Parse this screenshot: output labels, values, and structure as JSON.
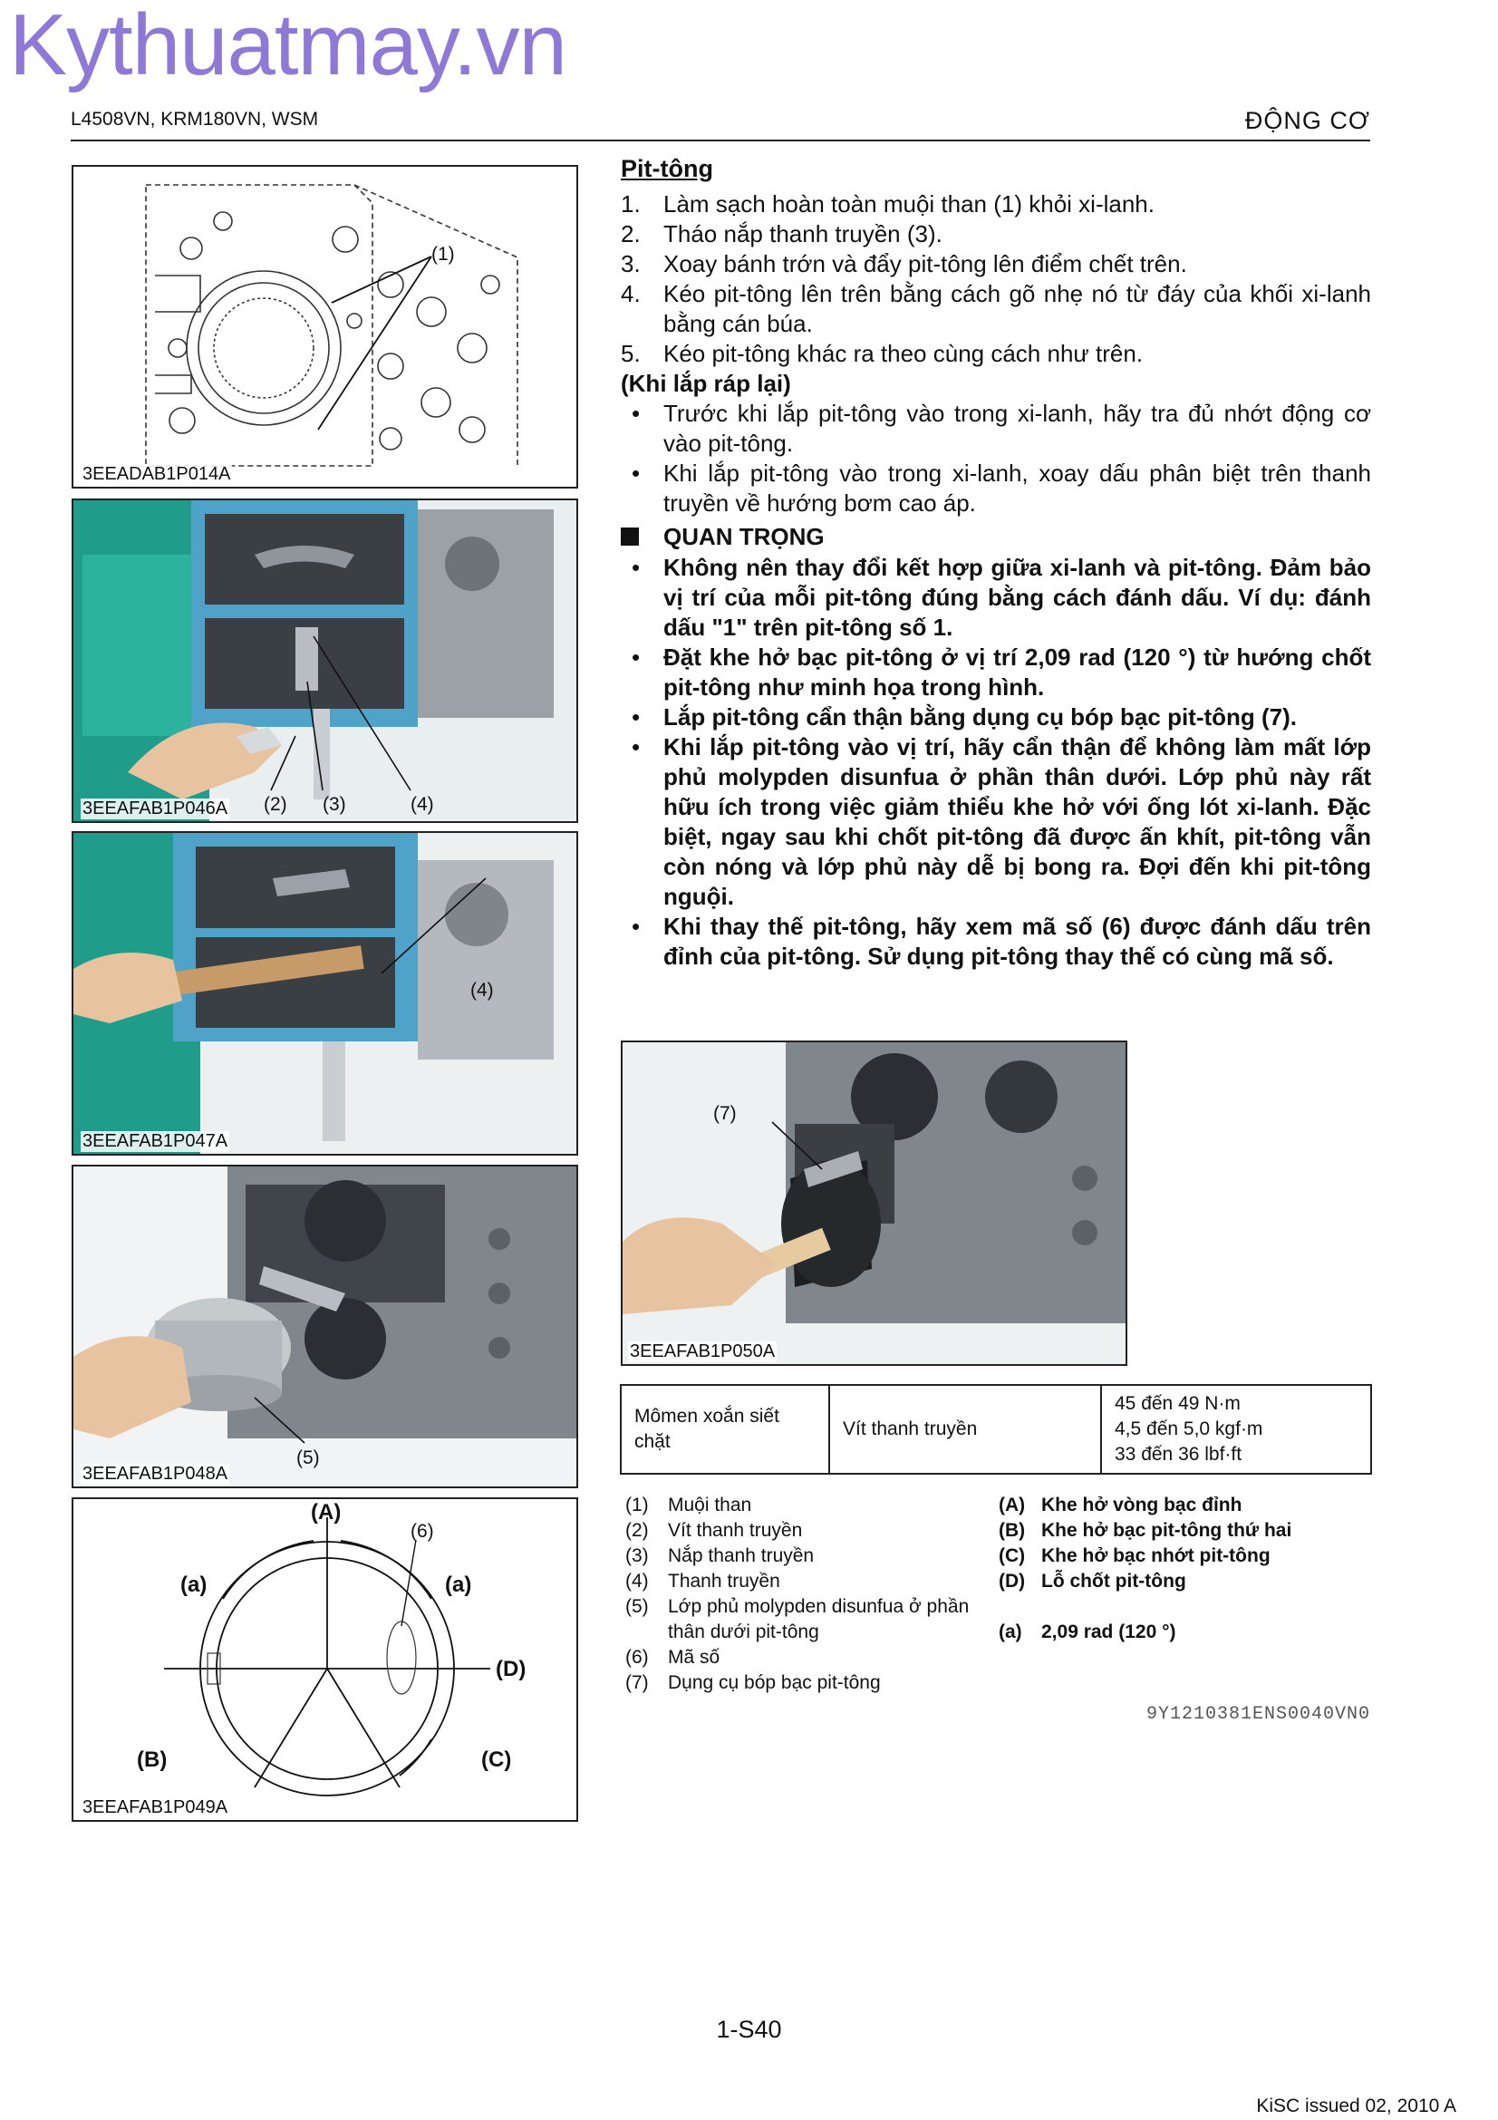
{
  "watermark": "Kythuatmay.vn",
  "header": {
    "doc_code": "L4508VN, KRM180VN, WSM",
    "section": "ĐỘNG CƠ"
  },
  "figures": [
    {
      "code": "3EEADAB1P014A",
      "callouts": [
        "(1)"
      ]
    },
    {
      "code": "3EEAFAB1P046A",
      "callouts": [
        "(2)",
        "(3)",
        "(4)"
      ]
    },
    {
      "code": "3EEAFAB1P047A",
      "callouts": [
        "(4)"
      ]
    },
    {
      "code": "3EEAFAB1P048A",
      "callouts": [
        "(5)"
      ]
    },
    {
      "code": "3EEAFAB1P049A",
      "callouts": [
        "(A)",
        "(6)",
        "(a)",
        "(a)",
        "(D)",
        "(B)",
        "(C)"
      ]
    },
    {
      "code": "3EEAFAB1P050A",
      "callouts": [
        "(7)"
      ]
    }
  ],
  "content": {
    "heading": "Pit-tông",
    "steps": [
      {
        "num": "1.",
        "text": "Làm sạch hoàn toàn muội than (1) khỏi xi-lanh."
      },
      {
        "num": "2.",
        "text": "Tháo nắp thanh truyền (3)."
      },
      {
        "num": "3.",
        "text": "Xoay bánh trớn và đẩy pit-tông lên điểm chết trên."
      },
      {
        "num": "4.",
        "text": "Kéo pit-tông lên trên bằng cách gõ nhẹ nó từ đáy của khối xi-lanh bằng cán búa."
      },
      {
        "num": "5.",
        "text": "Kéo pit-tông khác ra theo cùng cách như trên."
      }
    ],
    "reassembly_heading": "(Khi lắp ráp lại)",
    "reassembly_bullets": [
      "Trước khi lắp pit-tông vào trong xi-lanh, hãy tra đủ nhớt động cơ vào pit-tông.",
      "Khi lắp pit-tông vào trong xi-lanh, xoay dấu phân biệt trên thanh truyền về hướng bơm cao áp."
    ],
    "important_heading": "QUAN TRỌNG",
    "important_bullets": [
      "Không nên thay đổi kết hợp giữa xi-lanh và pit-tông. Đảm bảo vị trí của mỗi pit-tông đúng bằng cách đánh dấu. Ví dụ: đánh dấu \"1\" trên pit-tông số 1.",
      "Đặt khe hở bạc pit-tông ở vị trí 2,09 rad (120 °) từ hướng chốt pit-tông như minh họa trong hình.",
      "Lắp pit-tông cẩn thận bằng dụng cụ bóp bạc pit-tông (7).",
      "Khi lắp pit-tông vào vị trí, hãy cẩn thận để không làm mất lớp phủ molypden disunfua ở phần thân dưới. Lớp phủ này rất hữu ích trong việc giảm thiểu khe hở với ống lót xi-lanh. Đặc biệt, ngay sau khi chốt pit-tông đã được ấn khít, pit-tông vẫn còn nóng và lớp phủ này dễ bị bong ra. Đợi đến khi pit-tông nguội.",
      "Khi thay thế pit-tông, hãy xem mã số (6) được đánh dấu trên đỉnh của pit-tông. Sử dụng pit-tông thay thế có cùng mã số."
    ]
  },
  "torque": {
    "label": "Mômen xoắn siết chặt",
    "item": "Vít thanh truyền",
    "values": [
      "45 đến 49 N·m",
      "4,5 đến 5,0 kgf·m",
      "33 đến 36 lbf·ft"
    ]
  },
  "legend": {
    "left": [
      {
        "key": "(1)",
        "value": "Muội than"
      },
      {
        "key": "(2)",
        "value": "Vít thanh truyền"
      },
      {
        "key": "(3)",
        "value": "Nắp thanh truyền"
      },
      {
        "key": "(4)",
        "value": "Thanh truyền"
      },
      {
        "key": "(5)",
        "value": "Lớp phủ molypden disunfua ở phần thân dưới pit-tông"
      },
      {
        "key": "(6)",
        "value": "Mã số"
      },
      {
        "key": "(7)",
        "value": "Dụng cụ bóp bạc pit-tông"
      }
    ],
    "right": [
      {
        "key": "(A)",
        "value": "Khe hở vòng bạc đỉnh"
      },
      {
        "key": "(B)",
        "value": "Khe hở bạc pit-tông thứ hai"
      },
      {
        "key": "(C)",
        "value": "Khe hở bạc nhớt pit-tông"
      },
      {
        "key": "(D)",
        "value": "Lỗ chốt pit-tông"
      }
    ],
    "angle": {
      "key": "(a)",
      "value": "2,09 rad (120 °)"
    }
  },
  "doc_id": "9Y1210381ENS0040VN0",
  "page_number": "1-S40",
  "issue_note": "KiSC issued 02, 2010 A",
  "icons": {
    "important": "black-square-icon",
    "bullet": "bullet-dot-icon"
  },
  "colors": {
    "watermark": "#8e7ad6",
    "engine_block": "#8e959b",
    "gasket_blue": "#4fa3c8",
    "stand_teal": "#1f9d8a"
  }
}
